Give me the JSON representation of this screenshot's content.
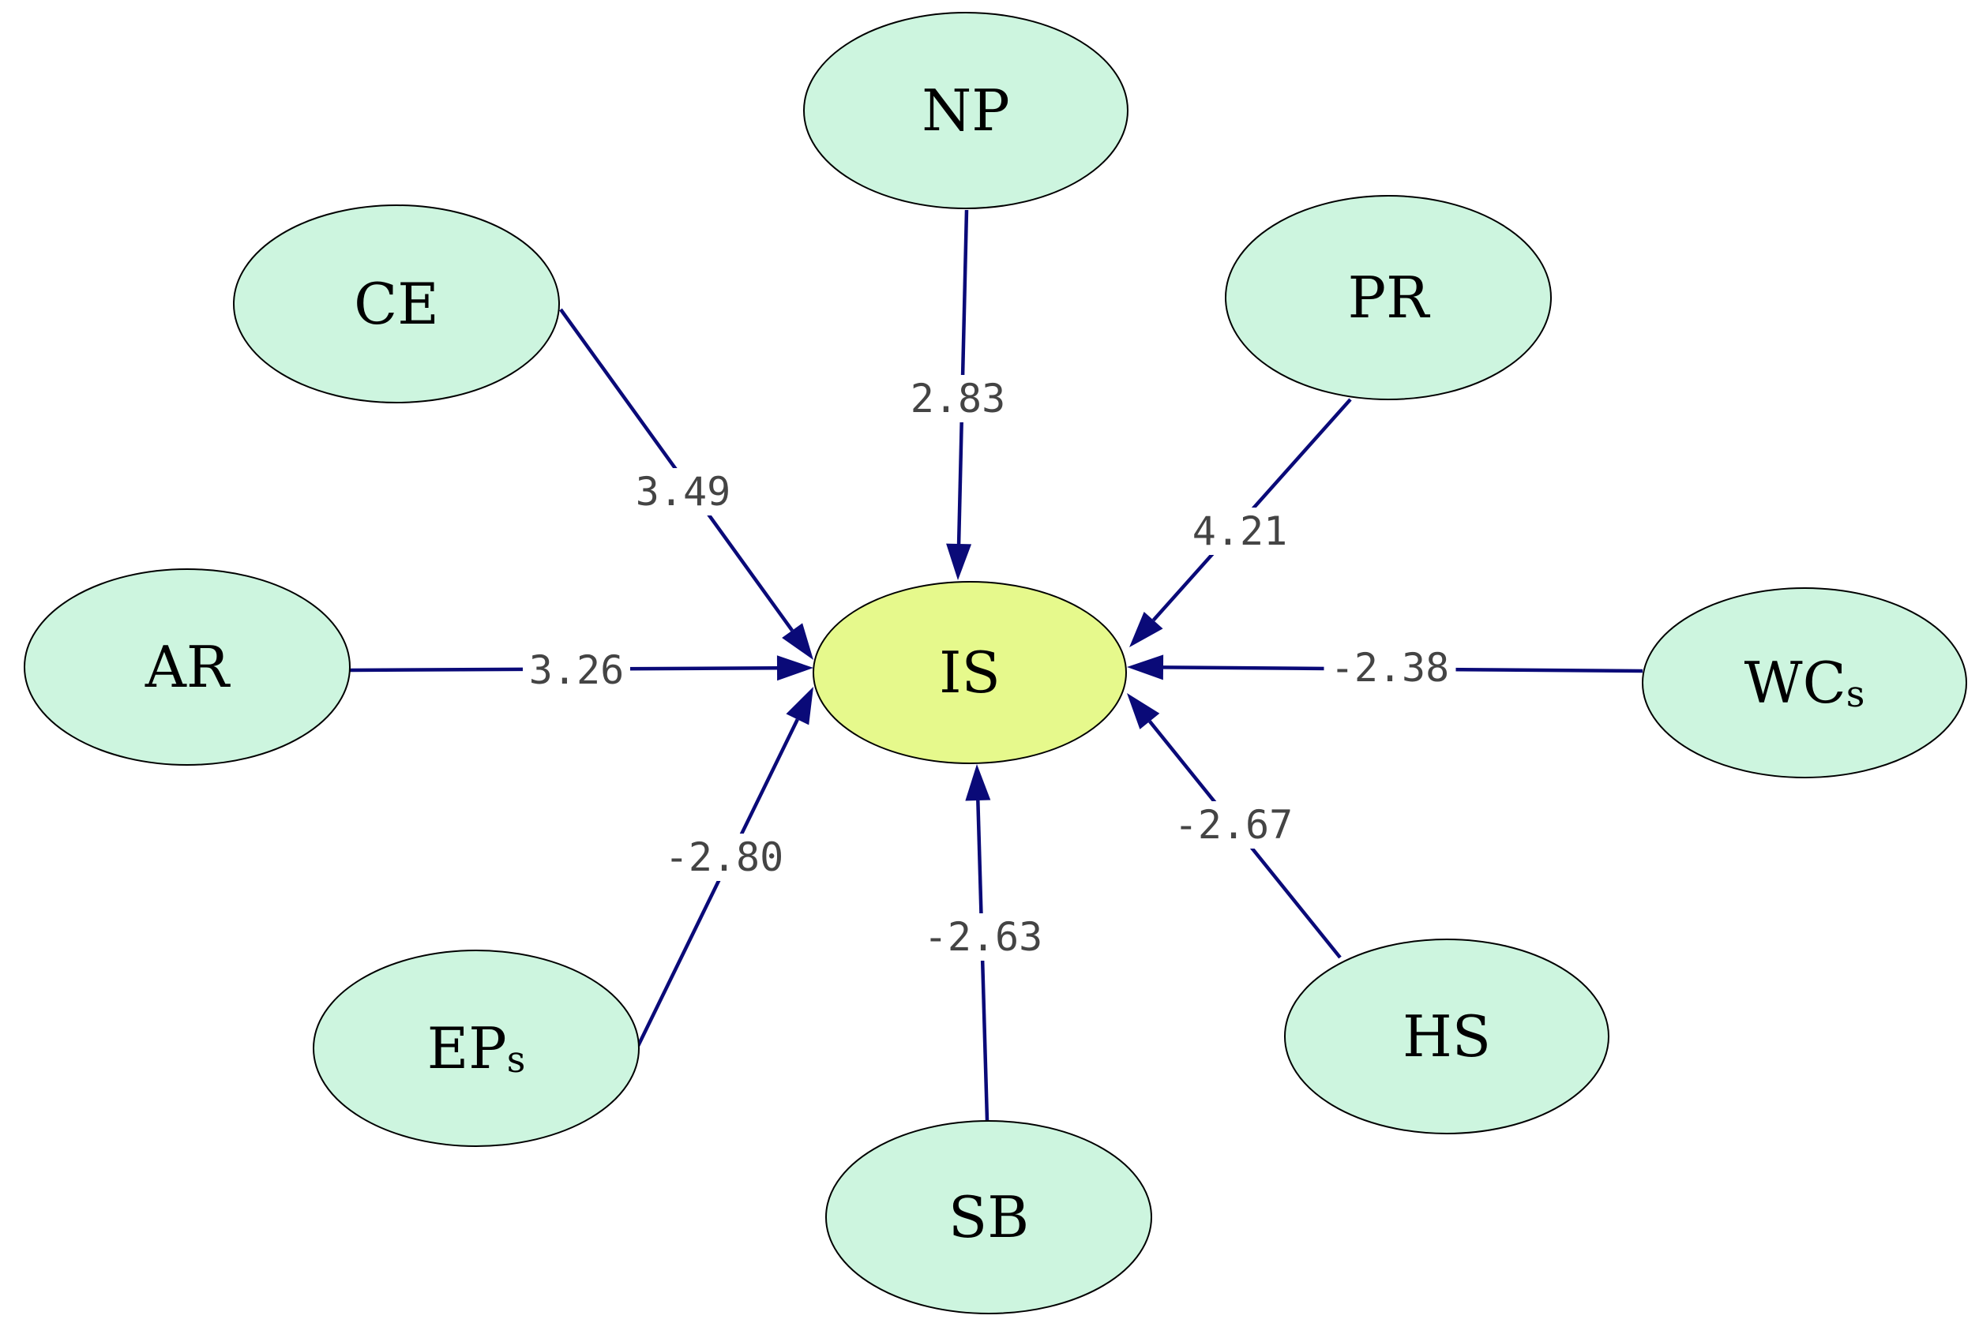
{
  "colors": {
    "outer_node_fill": "#cdf5df",
    "center_node_fill": "#e6f98c",
    "arrow_color": "#0a0a78"
  },
  "center_node": {
    "id": "IS",
    "label": "IS",
    "sub": ""
  },
  "nodes": [
    {
      "id": "NP",
      "label": "NP",
      "sub": ""
    },
    {
      "id": "CE",
      "label": "CE",
      "sub": ""
    },
    {
      "id": "PR",
      "label": "PR",
      "sub": ""
    },
    {
      "id": "AR",
      "label": "AR",
      "sub": ""
    },
    {
      "id": "WCs",
      "label": "WC",
      "sub": "s"
    },
    {
      "id": "EPs",
      "label": "EP",
      "sub": "s"
    },
    {
      "id": "SB",
      "label": "SB",
      "sub": ""
    },
    {
      "id": "HS",
      "label": "HS",
      "sub": ""
    }
  ],
  "edges": [
    {
      "from": "NP",
      "to": "IS",
      "weight": "2.83"
    },
    {
      "from": "CE",
      "to": "IS",
      "weight": "3.49"
    },
    {
      "from": "PR",
      "to": "IS",
      "weight": "4.21"
    },
    {
      "from": "AR",
      "to": "IS",
      "weight": "3.26"
    },
    {
      "from": "WCs",
      "to": "IS",
      "weight": "-2.38"
    },
    {
      "from": "EPs",
      "to": "IS",
      "weight": "-2.80"
    },
    {
      "from": "SB",
      "to": "IS",
      "weight": "-2.63"
    },
    {
      "from": "HS",
      "to": "IS",
      "weight": "-2.67"
    }
  ]
}
